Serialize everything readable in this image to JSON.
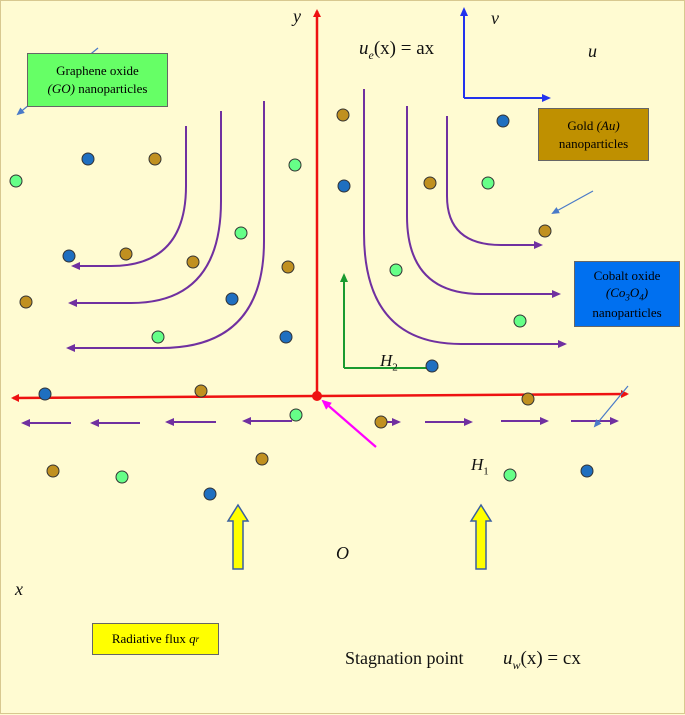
{
  "labels": {
    "y_axis": "y",
    "x_axis": "x",
    "origin": "O",
    "v_axis": "v",
    "u_axis": "u",
    "ue_lhs": "u",
    "ue_sub": "e",
    "ue_rhs": "(x) = ax",
    "uw_lhs": "u",
    "uw_sub": "w",
    "uw_rhs": "(x) = cx",
    "stagnation": "Stagnation point",
    "h1": "H",
    "h1_sub": "1",
    "h2": "H",
    "h2_sub": "2"
  },
  "boxes": {
    "graphene": {
      "line1": "Graphene oxide",
      "line2_italic": "(GO)",
      "line2_rest": " nanoparticles",
      "color": "#66ff66"
    },
    "gold": {
      "line1_text": "Gold ",
      "line1_italic": "(Au)",
      "line2": "nanoparticles",
      "color": "#bf9000"
    },
    "cobalt": {
      "line1": "Cobalt oxide",
      "line2_main": "(Co",
      "line2_s1": "3",
      "line2_mid": "O",
      "line2_s2": "4",
      "line2_end": ")",
      "line3": "nanoparticles",
      "color": "#0070f0"
    },
    "radiative": {
      "text": "Radiative flux ",
      "sym": "q",
      "sub": "r",
      "color": "#ffff00"
    }
  },
  "colors": {
    "background": "#fffbd2",
    "axis_red": "#ee1111",
    "streamline": "#7030a0",
    "frame_blue": "#2233ee",
    "h2_green": "#1a9a30",
    "pointer_magenta": "#ff00ff",
    "arrow_yellow": "#ffff00",
    "arrow_outline": "#3a5fa0",
    "particle_green": "#66ff88",
    "particle_blue": "#1f6fc0",
    "particle_gold": "#c09020"
  }
}
